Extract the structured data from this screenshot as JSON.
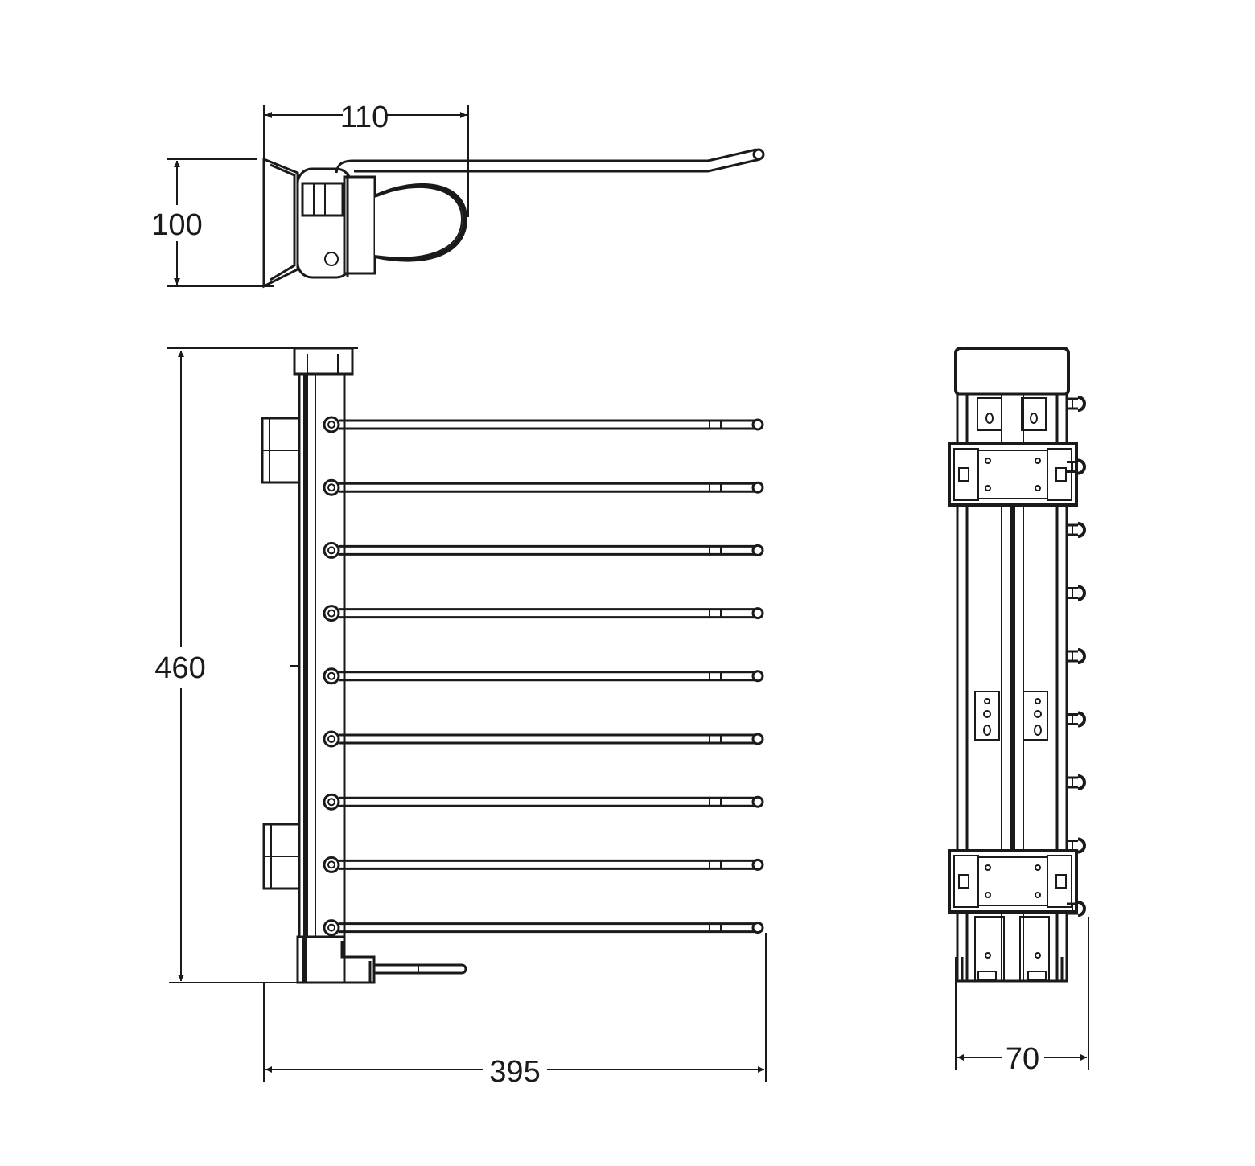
{
  "dimensions": {
    "top_width": "110",
    "top_height": "100",
    "front_height": "460",
    "front_width": "395",
    "side_width": "70"
  },
  "front_bar_count": 9,
  "side_hook_count": 9
}
